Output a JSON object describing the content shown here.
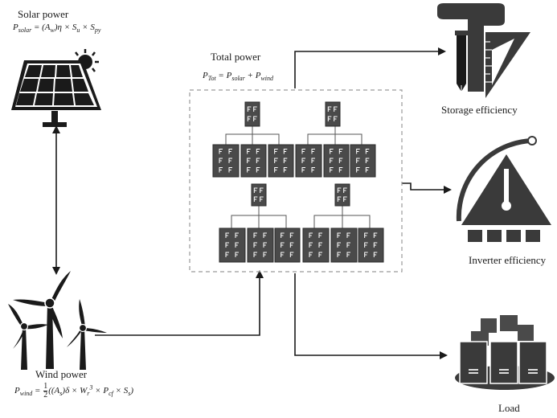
{
  "solar": {
    "title": "Solar power",
    "formula": {
      "lhs": "P",
      "lhs_sub": "solar",
      "rhs_pre": " = (",
      "A": "A",
      "A_sub": "w",
      "rhs_mid": ")η × S",
      "S1_sub": "u",
      "rhs_mid2": " × S",
      "S2_sub": "py"
    }
  },
  "wind": {
    "title": "Wind power",
    "formula": {
      "lhs": "P",
      "lhs_sub": "wind",
      "eq": " = ",
      "frac_num": "1",
      "frac_den": "2",
      "p1": "((A",
      "p1_sub": "s",
      "p2": ")δ × W",
      "p2_sub": "r",
      "p2_sup": "3",
      "p3": " × P",
      "p3_sub": "cf",
      "p4": " × S",
      "p4_sub": "s",
      "p5": ")"
    }
  },
  "total": {
    "title": "Total power",
    "formula": {
      "lhs": "P",
      "lhs_sub": "Tot",
      "eq": " = P",
      "a_sub": "solar",
      "plus": " + P",
      "b_sub": "wind"
    }
  },
  "outputs": {
    "storage": "Storage efficiency",
    "inverter": "Inverter efficiency",
    "load": "Load"
  },
  "colors": {
    "ink": "#1a1a1a",
    "device": "#4a4a4a",
    "device_dark": "#3a3a3a",
    "frame_dash": "#9a9a9a"
  },
  "icons": {
    "solar": "solar-panel-icon",
    "wind": "wind-turbine-icon",
    "storage": "ruler-triangle-icon",
    "inverter": "gauge-warning-icon",
    "load": "server-rack-icon",
    "device": "battery-unit-icon"
  }
}
